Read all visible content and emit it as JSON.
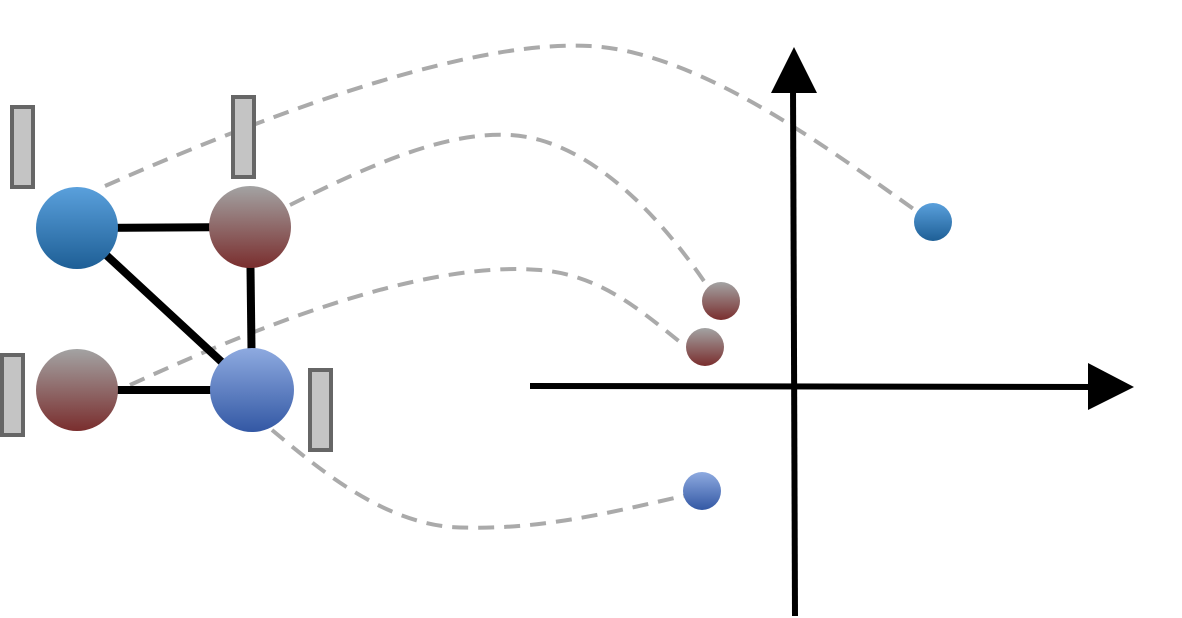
{
  "colors": {
    "background": "#ffffff",
    "edge": "#000000",
    "axis": "#000000",
    "dashed_link": "#aaaaaa",
    "feature_bar_fill": "#c4c4c4",
    "feature_bar_stroke": "#666666",
    "node_blue_dark": {
      "top": "#5aa0dc",
      "bottom": "#1e5f96"
    },
    "node_blue_light": {
      "top": "#8eaae0",
      "bottom": "#3358a4"
    },
    "node_gray_red": {
      "top": "#a3a3a3",
      "bottom": "#7a2e2e"
    }
  },
  "graph": {
    "nodes": [
      {
        "id": "n1",
        "style": "node_blue_dark",
        "feature_bar": true
      },
      {
        "id": "n2",
        "style": "node_gray_red",
        "feature_bar": true
      },
      {
        "id": "n3",
        "style": "node_gray_red",
        "feature_bar": true
      },
      {
        "id": "n4",
        "style": "node_blue_light",
        "feature_bar": true
      }
    ],
    "edges": [
      {
        "from": "n1",
        "to": "n2"
      },
      {
        "from": "n1",
        "to": "n4"
      },
      {
        "from": "n2",
        "to": "n4"
      },
      {
        "from": "n3",
        "to": "n4"
      }
    ]
  },
  "embedding": {
    "points": [
      {
        "node": "n1",
        "style": "node_blue_dark"
      },
      {
        "node": "n2",
        "style": "node_gray_red"
      },
      {
        "node": "n3",
        "style": "node_gray_red"
      },
      {
        "node": "n4",
        "style": "node_blue_light"
      }
    ]
  }
}
